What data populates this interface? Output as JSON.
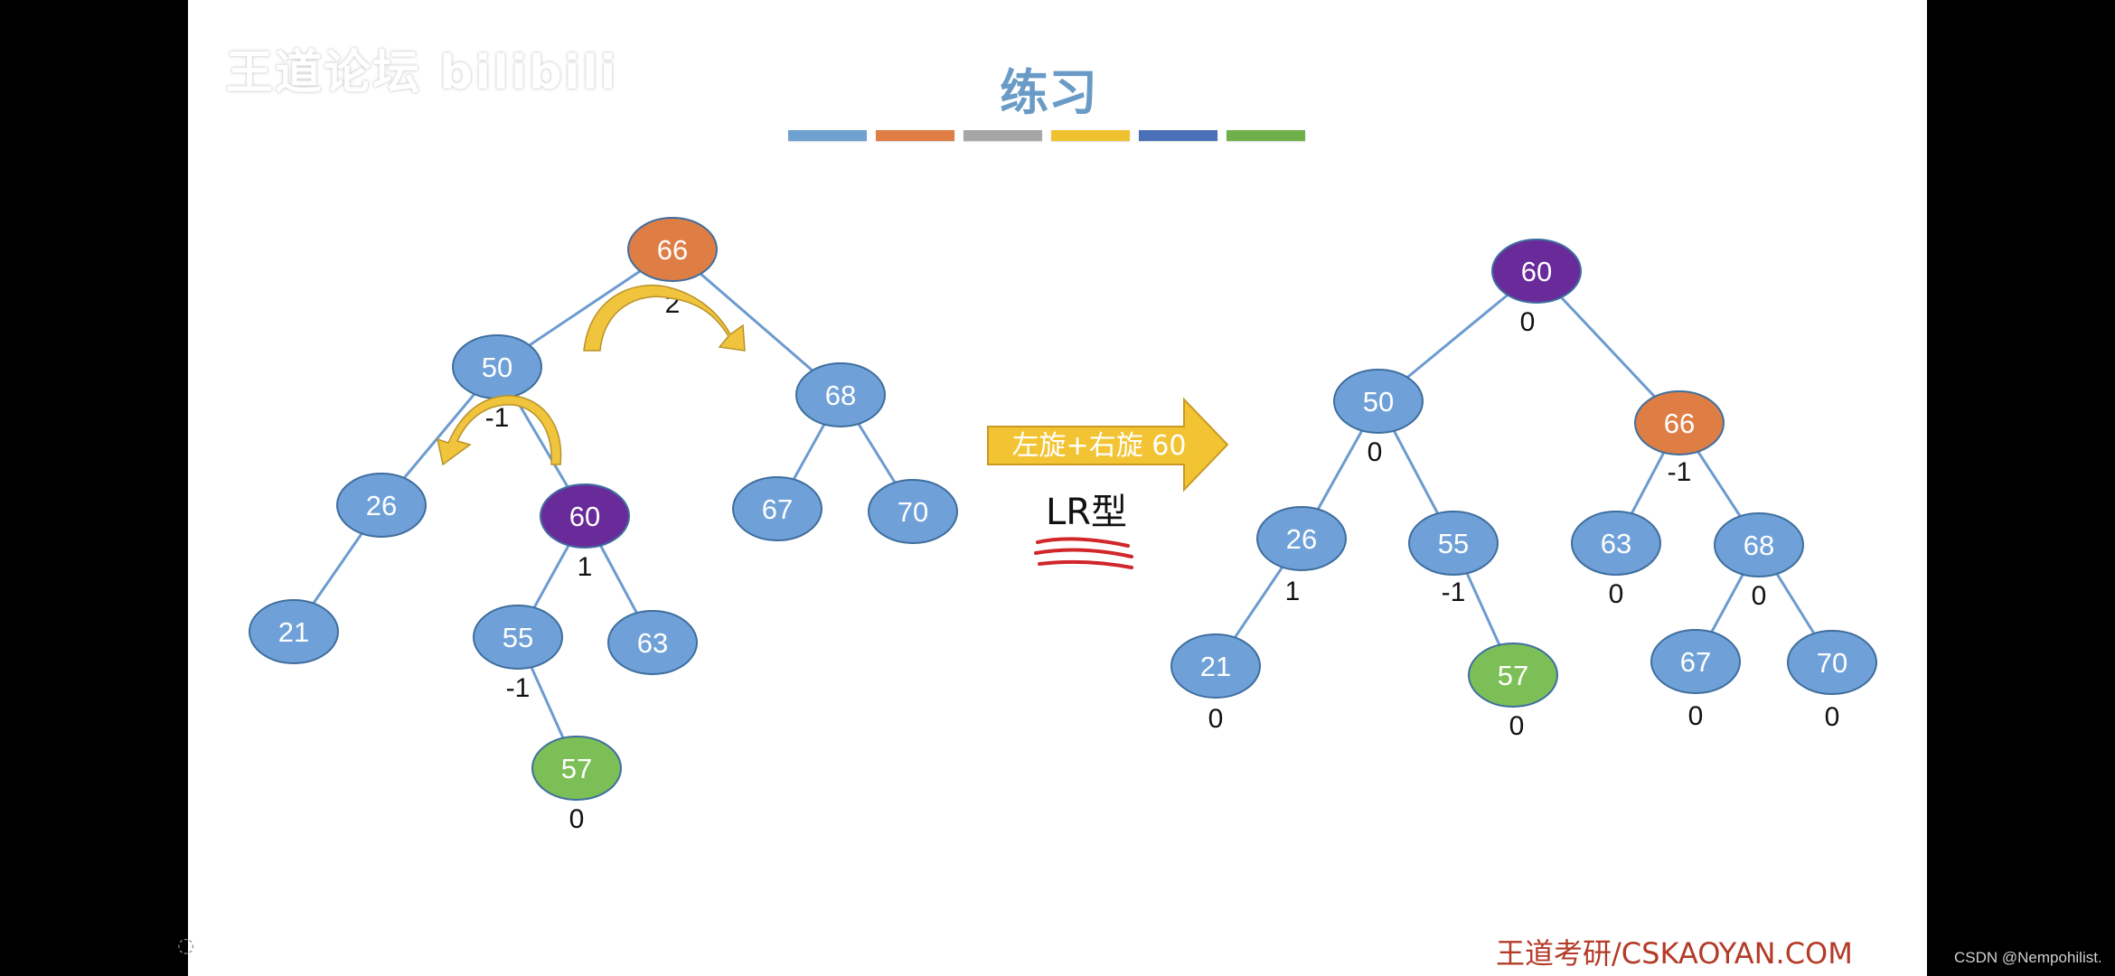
{
  "watermark": "王道论坛 bilibili",
  "title": "练习",
  "color_bar": [
    "#6fa1d1",
    "#df7d44",
    "#a6a6a6",
    "#f0c230",
    "#4a70b8",
    "#6fb04a"
  ],
  "node_colors": {
    "blue": "#6fa1d8",
    "orange": "#de7e45",
    "purple": "#6a2b9a",
    "green": "#7cbf57"
  },
  "left_tree": {
    "nodes": [
      {
        "key": "66",
        "color": "orange",
        "bf": "2"
      },
      {
        "key": "50",
        "color": "blue",
        "bf": "-1"
      },
      {
        "key": "68",
        "color": "blue",
        "bf": ""
      },
      {
        "key": "26",
        "color": "blue",
        "bf": ""
      },
      {
        "key": "60",
        "color": "purple",
        "bf": "1"
      },
      {
        "key": "67",
        "color": "blue",
        "bf": ""
      },
      {
        "key": "70",
        "color": "blue",
        "bf": ""
      },
      {
        "key": "21",
        "color": "blue",
        "bf": ""
      },
      {
        "key": "55",
        "color": "blue",
        "bf": "-1"
      },
      {
        "key": "63",
        "color": "blue",
        "bf": ""
      },
      {
        "key": "57",
        "color": "green",
        "bf": "0"
      }
    ],
    "edges": [
      [
        "66",
        "50"
      ],
      [
        "66",
        "68"
      ],
      [
        "50",
        "26"
      ],
      [
        "50",
        "60"
      ],
      [
        "68",
        "67"
      ],
      [
        "68",
        "70"
      ],
      [
        "26",
        "21"
      ],
      [
        "60",
        "55"
      ],
      [
        "60",
        "63"
      ],
      [
        "55",
        "57"
      ]
    ]
  },
  "right_tree": {
    "nodes": [
      {
        "key": "60",
        "color": "purple",
        "bf": "0"
      },
      {
        "key": "50",
        "color": "blue",
        "bf": "0"
      },
      {
        "key": "66",
        "color": "orange",
        "bf": "-1"
      },
      {
        "key": "26",
        "color": "blue",
        "bf": "1"
      },
      {
        "key": "55",
        "color": "blue",
        "bf": "-1"
      },
      {
        "key": "63",
        "color": "blue",
        "bf": "0"
      },
      {
        "key": "68",
        "color": "blue",
        "bf": "0"
      },
      {
        "key": "21",
        "color": "blue",
        "bf": "0"
      },
      {
        "key": "57",
        "color": "green",
        "bf": "0"
      },
      {
        "key": "67",
        "color": "blue",
        "bf": "0"
      },
      {
        "key": "70",
        "color": "blue",
        "bf": "0"
      }
    ],
    "edges": [
      [
        "60",
        "50"
      ],
      [
        "60",
        "66"
      ],
      [
        "50",
        "26"
      ],
      [
        "50",
        "55"
      ],
      [
        "66",
        "63"
      ],
      [
        "66",
        "68"
      ],
      [
        "26",
        "21"
      ],
      [
        "55",
        "57"
      ],
      [
        "68",
        "67"
      ],
      [
        "68",
        "70"
      ]
    ]
  },
  "arrow_label": "左旋+右旋 60",
  "type_label": "LR型",
  "brand": "王道考研/CSKAOYAN.COM",
  "credit": "CSDN @Nempohilist."
}
